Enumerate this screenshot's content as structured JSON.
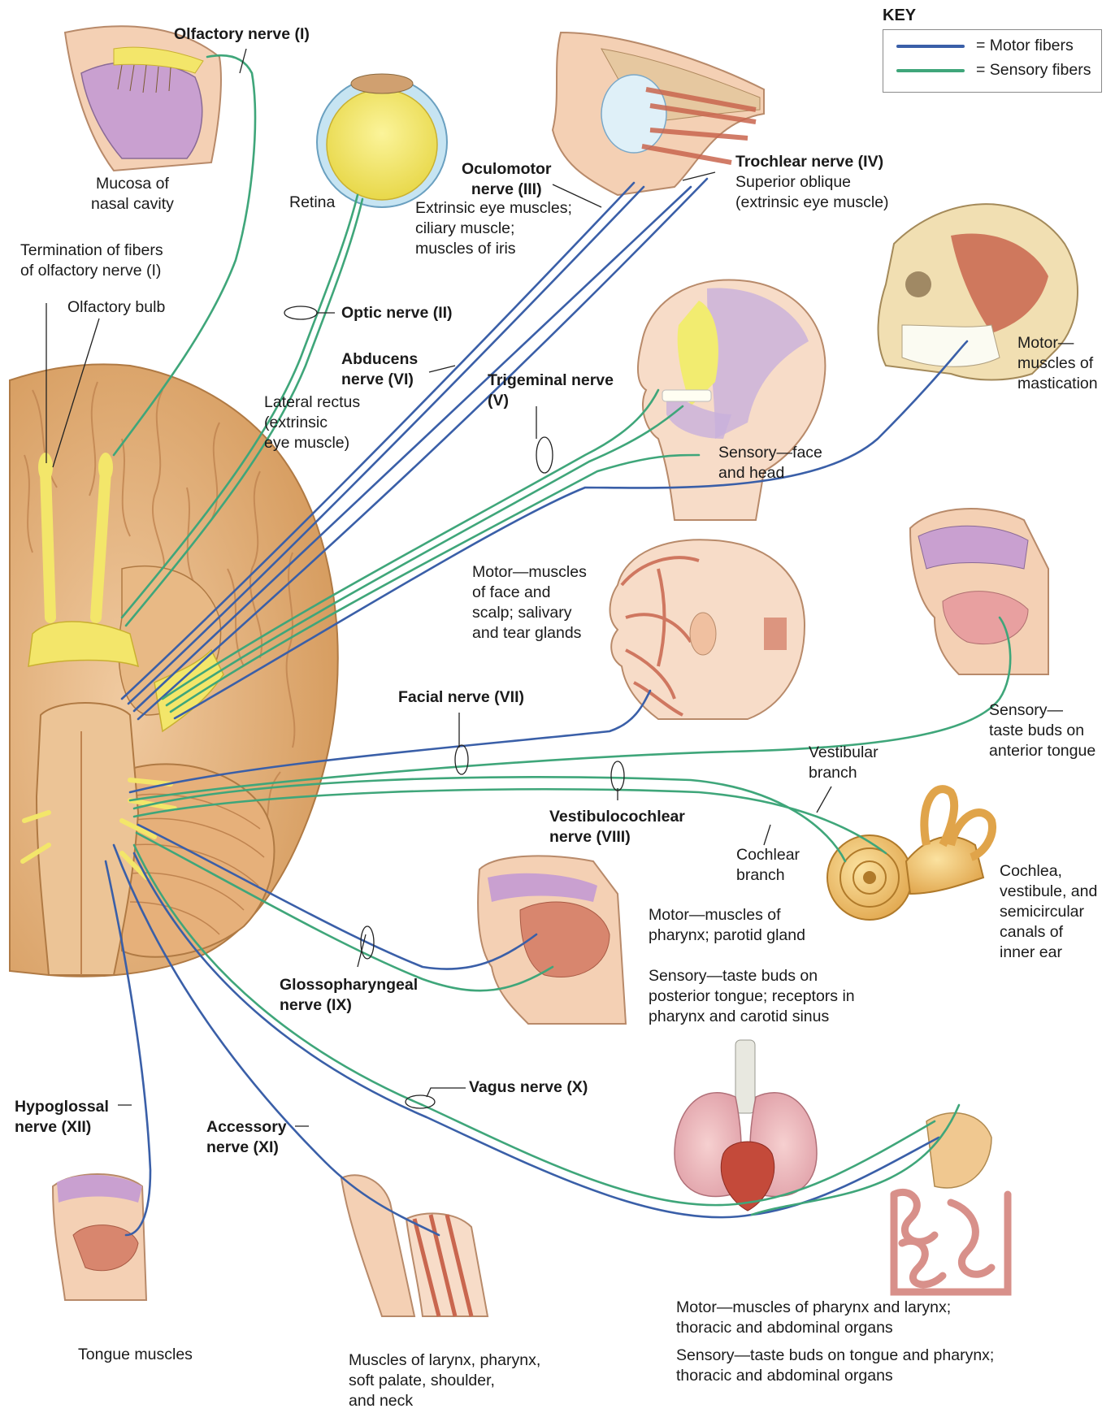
{
  "colors": {
    "motor": "#3a5fa8",
    "sensory": "#3fa67a",
    "brain": "#e2b27a",
    "brain_dark": "#c88c4e",
    "nerve_yellow": "#f3e66a",
    "muscle": "#c9664e",
    "skin": "#f4d0b4",
    "mucosa": "#c9a0d0"
  },
  "key": {
    "title": "KEY",
    "motor": "= Motor fibers",
    "sensory": "= Sensory fibers"
  },
  "labels": {
    "olfactory_nerve": "Olfactory nerve (I)",
    "mucosa": [
      "Mucosa of",
      "nasal cavity"
    ],
    "retina": "Retina",
    "termination": [
      "Termination of fibers",
      "of olfactory nerve (I)"
    ],
    "olfactory_bulb": "Olfactory bulb",
    "optic_nerve": "Optic nerve (II)",
    "oculomotor_nerve": [
      "Oculomotor",
      "nerve (III)"
    ],
    "oculomotor_desc": [
      "Extrinsic eye muscles;",
      "ciliary muscle;",
      "muscles of iris"
    ],
    "trochlear_nerve": "Trochlear nerve (IV)",
    "trochlear_desc": [
      "Superior oblique",
      "(extrinsic eye muscle)"
    ],
    "abducens_nerve": [
      "Abducens",
      "nerve (VI)"
    ],
    "abducens_desc": [
      "Lateral rectus",
      "(extrinsic",
      "eye muscle)"
    ],
    "trigeminal_nerve": [
      "Trigeminal nerve",
      "(V)"
    ],
    "trigeminal_sensory": [
      "Sensory—face",
      "and head"
    ],
    "trigeminal_motor": [
      "Motor—",
      "muscles of",
      "mastication"
    ],
    "facial_motor": [
      "Motor—muscles",
      "of face and",
      "scalp; salivary",
      "and tear glands"
    ],
    "facial_nerve": "Facial nerve (VII)",
    "facial_sensory": [
      "Sensory—",
      "taste buds on",
      "anterior tongue"
    ],
    "vestibular_branch": [
      "Vestibular",
      "branch"
    ],
    "vestibulocochlear_nerve": [
      "Vestibulocochlear",
      "nerve (VIII)"
    ],
    "cochlear_branch": [
      "Cochlear",
      "branch"
    ],
    "inner_ear": [
      "Cochlea,",
      "vestibule, and",
      "semicircular",
      "canals of",
      "inner ear"
    ],
    "glosso_motor": [
      "Motor—muscles of",
      "pharynx; parotid gland"
    ],
    "glosso_sensory": [
      "Sensory—taste buds on",
      "posterior tongue; receptors in",
      "pharynx and carotid sinus"
    ],
    "glosso_nerve": [
      "Glossopharyngeal",
      "nerve (IX)"
    ],
    "vagus_nerve": "Vagus nerve (X)",
    "hypoglossal_nerve": [
      "Hypoglossal",
      "nerve (XII)"
    ],
    "accessory_nerve": [
      "Accessory",
      "nerve (XI)"
    ],
    "tongue_muscles": "Tongue muscles",
    "accessory_desc": [
      "Muscles of larynx, pharynx,",
      "soft palate, shoulder,",
      "and neck"
    ],
    "vagus_motor": [
      "Motor—muscles of pharynx and larynx;",
      "thoracic and abdominal organs"
    ],
    "vagus_sensory": [
      "Sensory—taste buds on tongue and pharynx;",
      "thoracic and abdominal organs"
    ]
  }
}
